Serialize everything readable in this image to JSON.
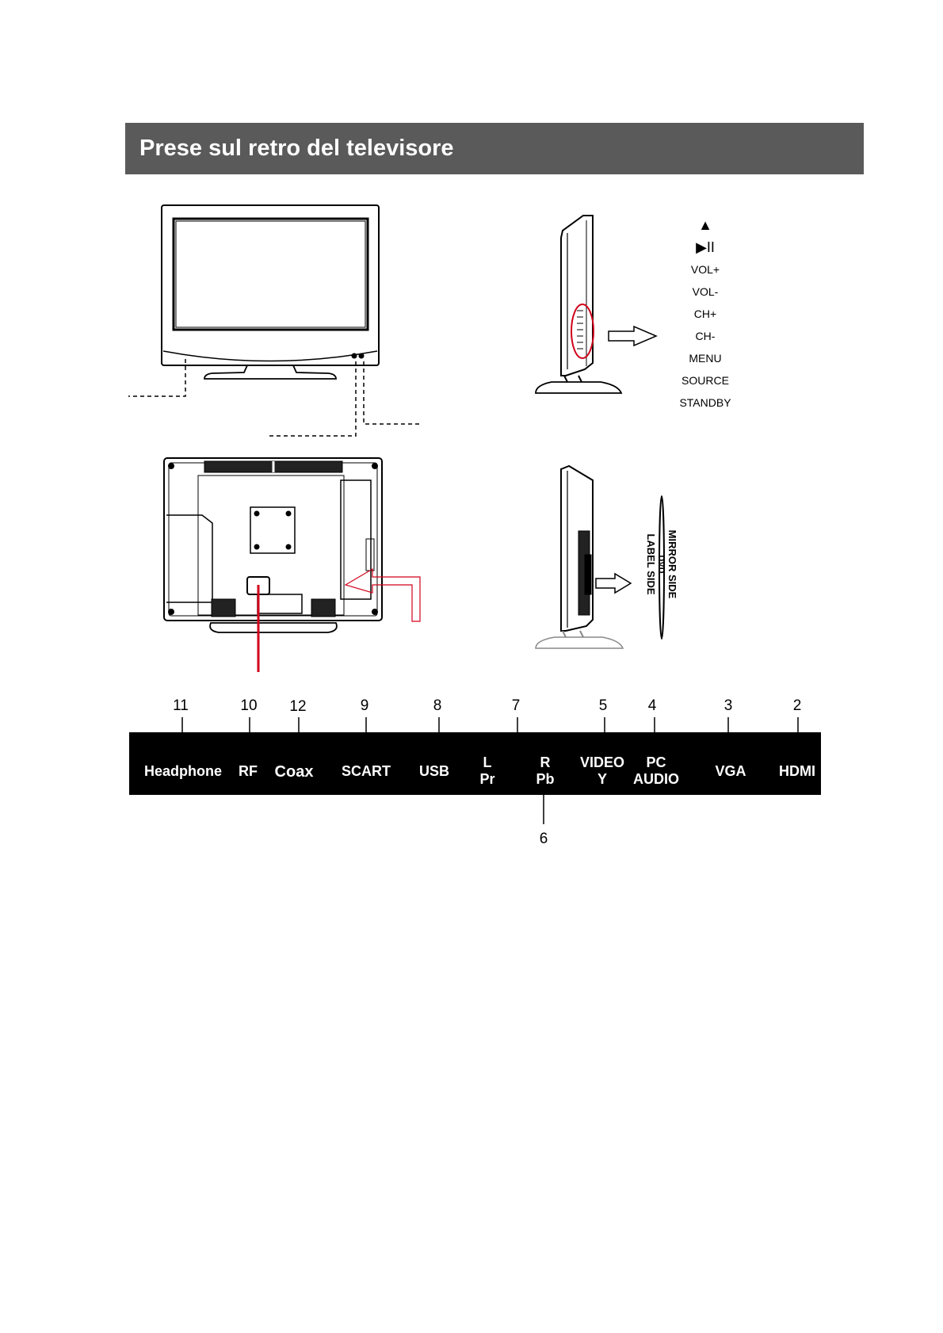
{
  "header": {
    "title": "Prese sul retro del televisore"
  },
  "side_controls": {
    "items": [
      {
        "label": "▲",
        "icon": "eject-icon"
      },
      {
        "label": "▶II",
        "icon": "play-pause-icon"
      },
      {
        "label": "VOL+"
      },
      {
        "label": "VOL-"
      },
      {
        "label": "CH+"
      },
      {
        "label": "CH-"
      },
      {
        "label": "MENU"
      },
      {
        "label": "SOURCE"
      },
      {
        "label": "STANDBY"
      }
    ]
  },
  "dvd_disc": {
    "mirror_side": "MIRROR SIDE",
    "dvd": "DVD",
    "label_side": "LABEL SIDE"
  },
  "ports": [
    {
      "number": "11",
      "line1": "Headphone",
      "line2": ""
    },
    {
      "number": "10",
      "line1": "RF",
      "line2": ""
    },
    {
      "number": "12",
      "line1": "Coax",
      "line2": ""
    },
    {
      "number": "9",
      "line1": "SCART",
      "line2": ""
    },
    {
      "number": "8",
      "line1": "USB",
      "line2": ""
    },
    {
      "number": "7",
      "line1": "L",
      "line2": "Pr"
    },
    {
      "number": "6",
      "line1": "R",
      "line2": "Pb"
    },
    {
      "number": "5",
      "line1": "VIDEO",
      "line2": "Y"
    },
    {
      "number": "4",
      "line1": "PC",
      "line2": "AUDIO"
    },
    {
      "number": "3",
      "line1": "VGA",
      "line2": ""
    },
    {
      "number": "2",
      "line1": "HDMI",
      "line2": ""
    }
  ],
  "colors": {
    "header_bg": "#5a5a5a",
    "highlight": "#d0021b",
    "port_bar": "#000000"
  }
}
